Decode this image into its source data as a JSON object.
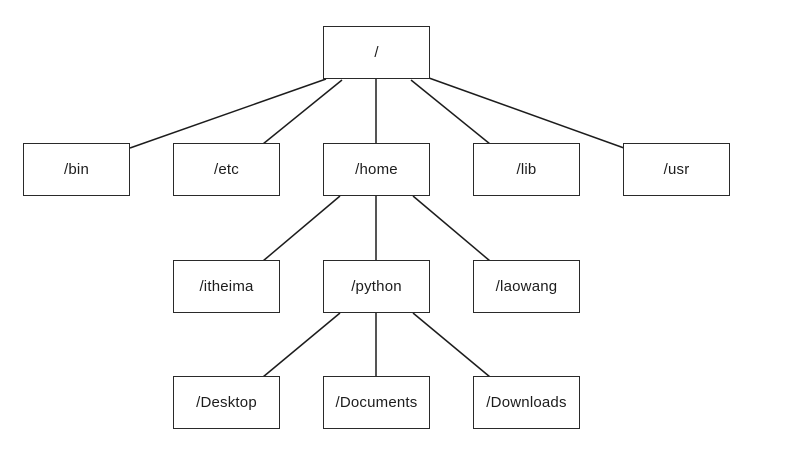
{
  "diagram": {
    "type": "tree",
    "description": "Linux filesystem directory tree",
    "colors": {
      "background": "#ffffff",
      "line": "#1c1c1c",
      "box_border": "#2a2a2a",
      "text": "#1c1c1c"
    },
    "nodes": {
      "root": {
        "label": "/"
      },
      "bin": {
        "label": "/bin"
      },
      "etc": {
        "label": "/etc"
      },
      "home": {
        "label": "/home"
      },
      "lib": {
        "label": "/lib"
      },
      "usr": {
        "label": "/usr"
      },
      "itheima": {
        "label": "/itheima"
      },
      "python": {
        "label": "/python"
      },
      "laowang": {
        "label": "/laowang"
      },
      "desktop": {
        "label": "/Desktop"
      },
      "documents": {
        "label": "/Documents"
      },
      "downloads": {
        "label": "/Downloads"
      }
    },
    "edges": [
      {
        "from": "/",
        "to": "/bin"
      },
      {
        "from": "/",
        "to": "/etc"
      },
      {
        "from": "/",
        "to": "/home"
      },
      {
        "from": "/",
        "to": "/lib"
      },
      {
        "from": "/",
        "to": "/usr"
      },
      {
        "from": "/home",
        "to": "/itheima"
      },
      {
        "from": "/home",
        "to": "/python"
      },
      {
        "from": "/home",
        "to": "/laowang"
      },
      {
        "from": "/python",
        "to": "/Desktop"
      },
      {
        "from": "/python",
        "to": "/Documents"
      },
      {
        "from": "/python",
        "to": "/Downloads"
      }
    ]
  }
}
